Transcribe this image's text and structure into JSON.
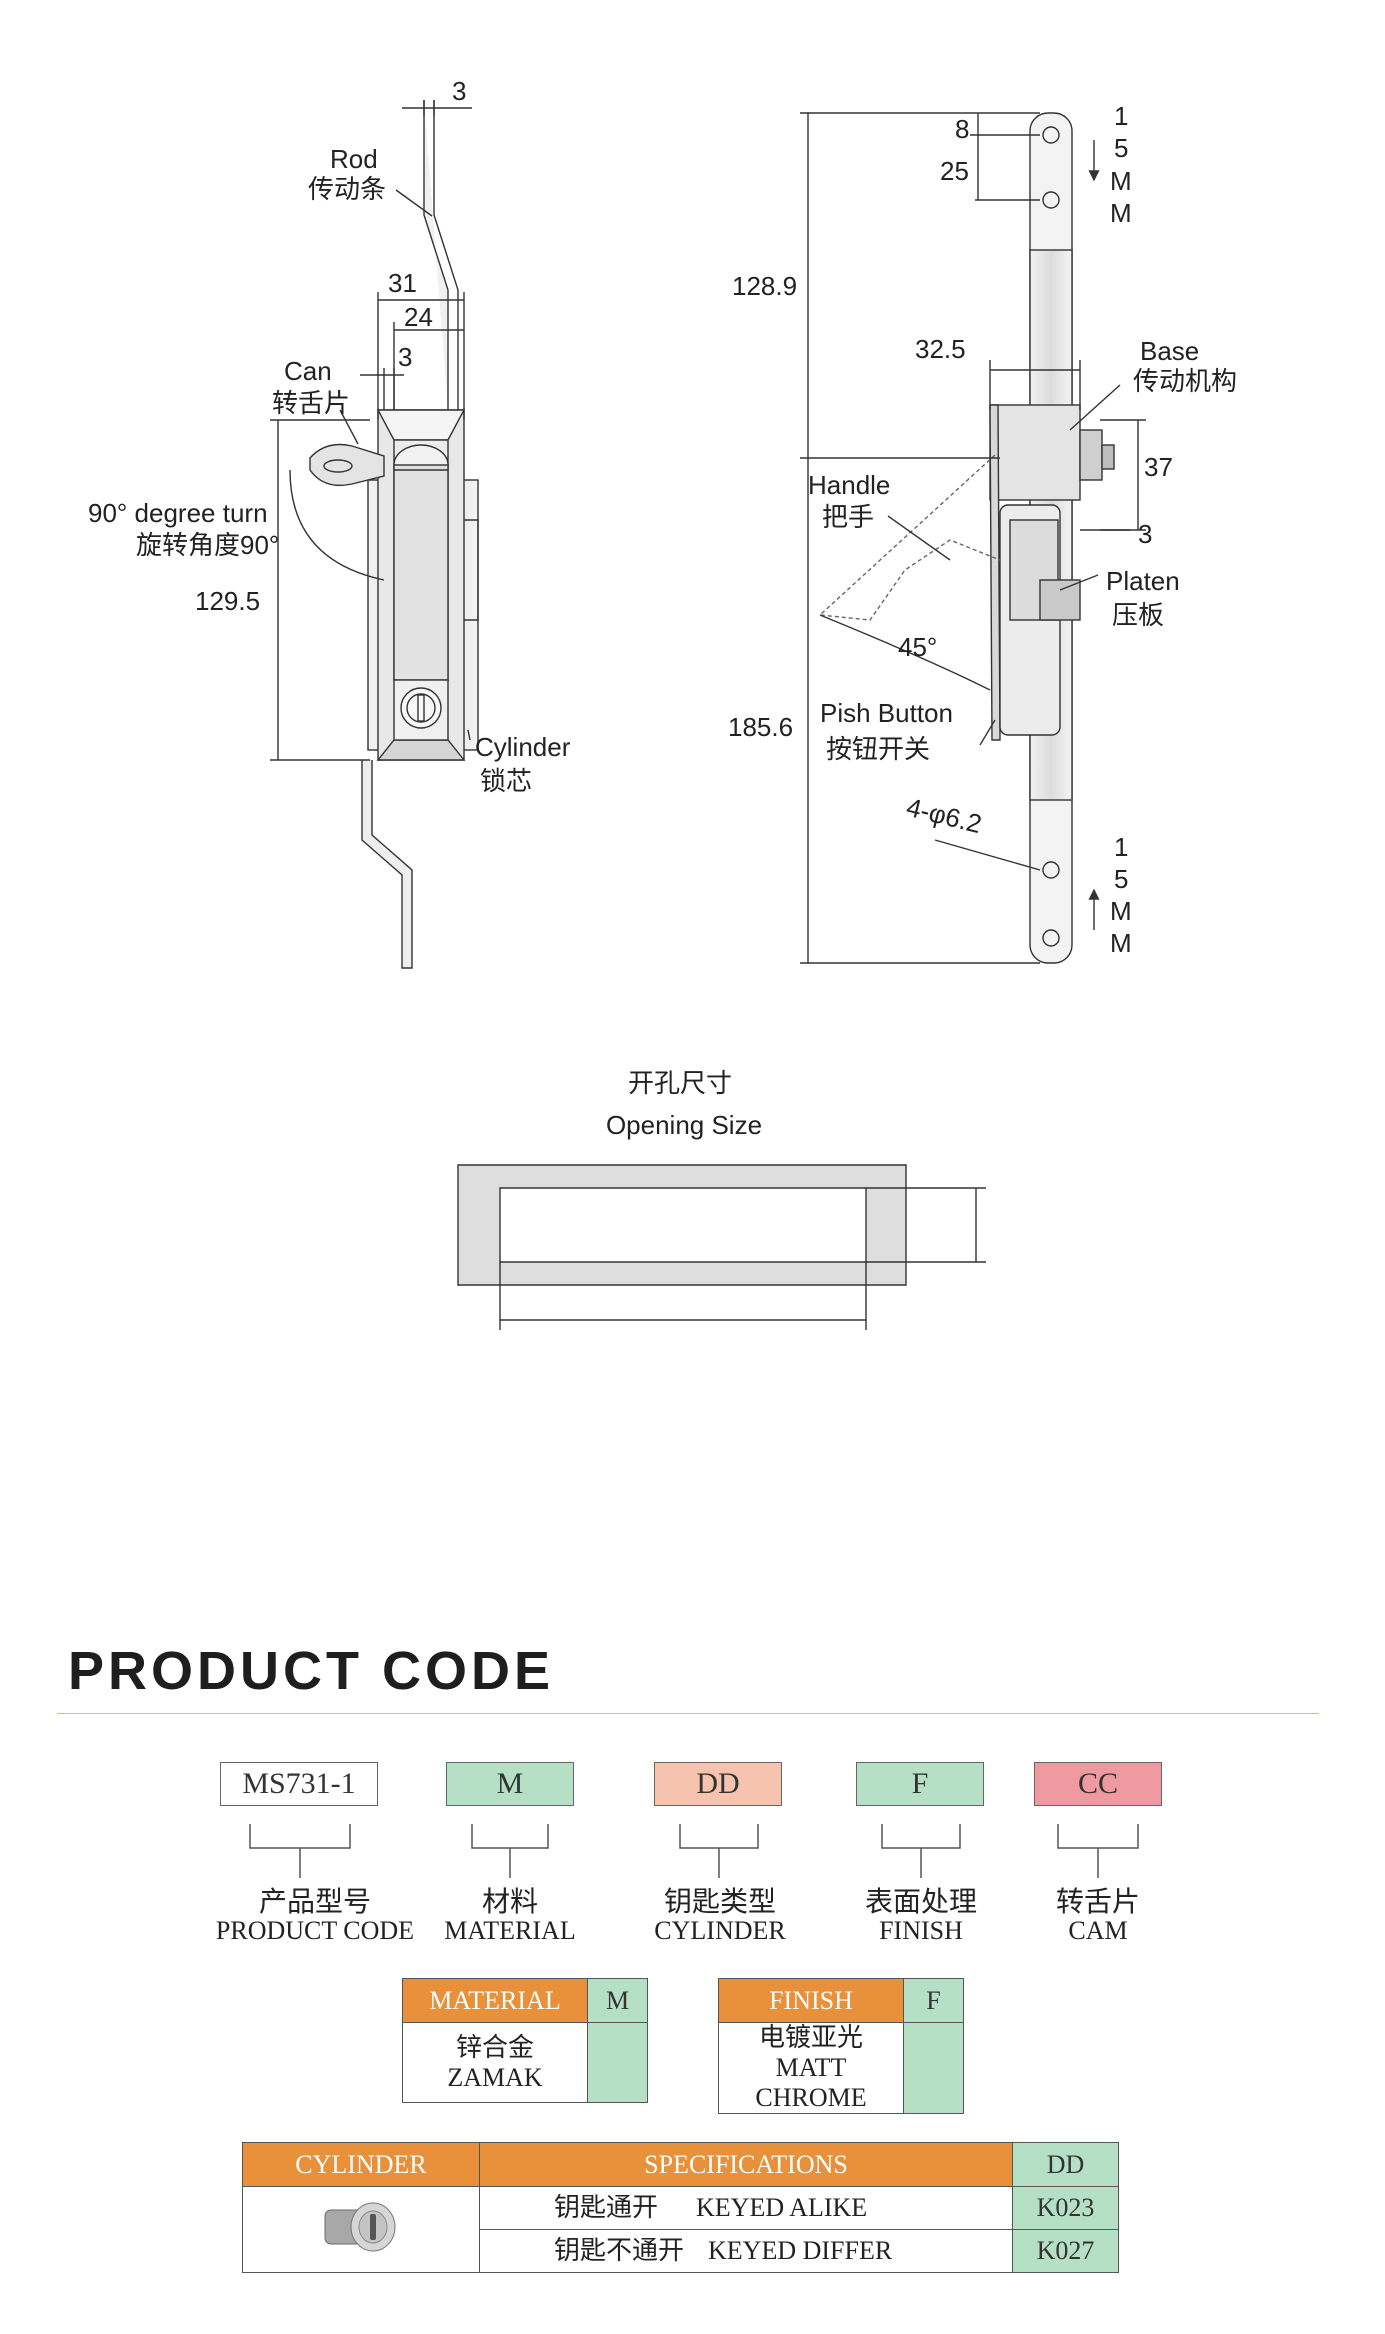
{
  "drawing": {
    "front_view": {
      "rod_thickness": "3",
      "rod_label_en": "Rod",
      "rod_label_zh": "传动条",
      "width_31": "31",
      "width_24": "24",
      "width_3": "3",
      "can_label_en": "Can",
      "can_label_zh": "转舌片",
      "turn_label_en": "90°  degree turn",
      "turn_label_zh": "旋转角度90°",
      "height_129_5": "129.5",
      "cylinder_label_en": "Cylinder",
      "cylinder_label_zh": "锁芯"
    },
    "side_view": {
      "dim_8": "8",
      "dim_25": "25",
      "dim_128_9": "128.9",
      "dim_32_5": "32.5",
      "base_label_en": "Base",
      "base_label_zh": "传动机构",
      "dim_37": "37",
      "handle_label_en": "Handle",
      "handle_label_zh": "把手",
      "dim_3": "3",
      "platen_label_en": "Platen",
      "platen_label_zh": "压板",
      "angle_45": "45°",
      "push_label_en": "Pish Button",
      "push_label_zh": "按钮开关",
      "dim_185_6": "185.6",
      "holes": "4-φ6.2",
      "travel_top": [
        "1",
        "5",
        "M",
        "M"
      ],
      "travel_bottom": [
        "1",
        "5",
        "M",
        "M"
      ]
    },
    "opening": {
      "title_zh": "开孔尺寸",
      "title_en": "Opening Size"
    }
  },
  "product_code": {
    "heading": "PRODUCT CODE",
    "boxes": [
      {
        "value": "MS731-1",
        "color": "#ffffff",
        "label_zh": "产品型号",
        "label_en": "PRODUCT CODE"
      },
      {
        "value": "M",
        "color": "#b5e0c6",
        "label_zh": "材料",
        "label_en": "MATERIAL"
      },
      {
        "value": "DD",
        "color": "#f6c4ae",
        "label_zh": "钥匙类型",
        "label_en": "CYLINDER"
      },
      {
        "value": "F",
        "color": "#b5e0c6",
        "label_zh": "表面处理",
        "label_en": "FINISH"
      },
      {
        "value": "CC",
        "color": "#ef9aa0",
        "label_zh": "转舌片",
        "label_en": "CAM"
      }
    ]
  },
  "material_table": {
    "header": "MATERIAL",
    "code_header": "M",
    "row_zh": "锌合金",
    "row_en": "ZAMAK"
  },
  "finish_table": {
    "header": "FINISH",
    "code_header": "F",
    "row_zh": "电镀亚光",
    "row_en": "MATT CHROME"
  },
  "cylinder_table": {
    "header_cylinder": "CYLINDER",
    "header_spec": "SPECIFICATIONS",
    "header_code": "DD",
    "rows": [
      {
        "zh": "钥匙通开",
        "en": "KEYED ALIKE",
        "code": "K023"
      },
      {
        "zh": "钥匙不通开",
        "en": "KEYED DIFFER",
        "code": "K027"
      }
    ]
  }
}
